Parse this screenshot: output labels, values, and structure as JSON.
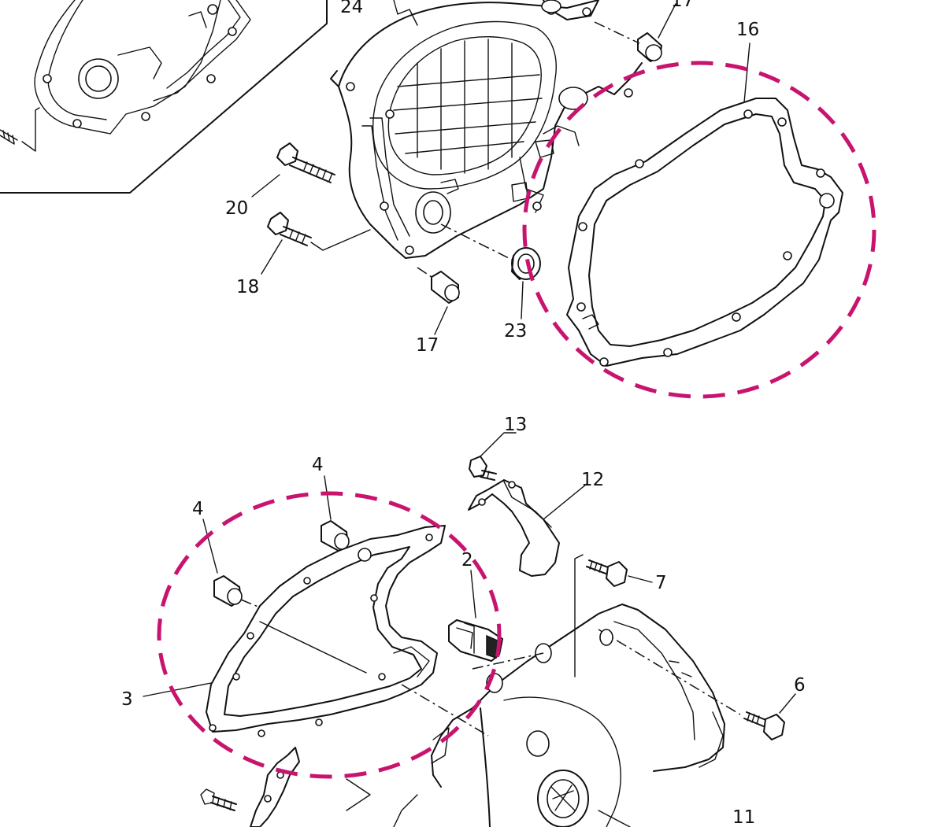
{
  "callouts": {
    "c24": "24",
    "c17top": "17",
    "c16": "16",
    "c20": "20",
    "c18": "18",
    "c17": "17",
    "c23": "23",
    "c13": "13",
    "c12": "12",
    "c4a": "4",
    "c4b": "4",
    "c2": "2",
    "c7": "7",
    "c3": "3",
    "c6": "6",
    "c11": "11"
  },
  "highlight_color": "#c8146e",
  "highlighted_parts": [
    "16",
    "3"
  ]
}
